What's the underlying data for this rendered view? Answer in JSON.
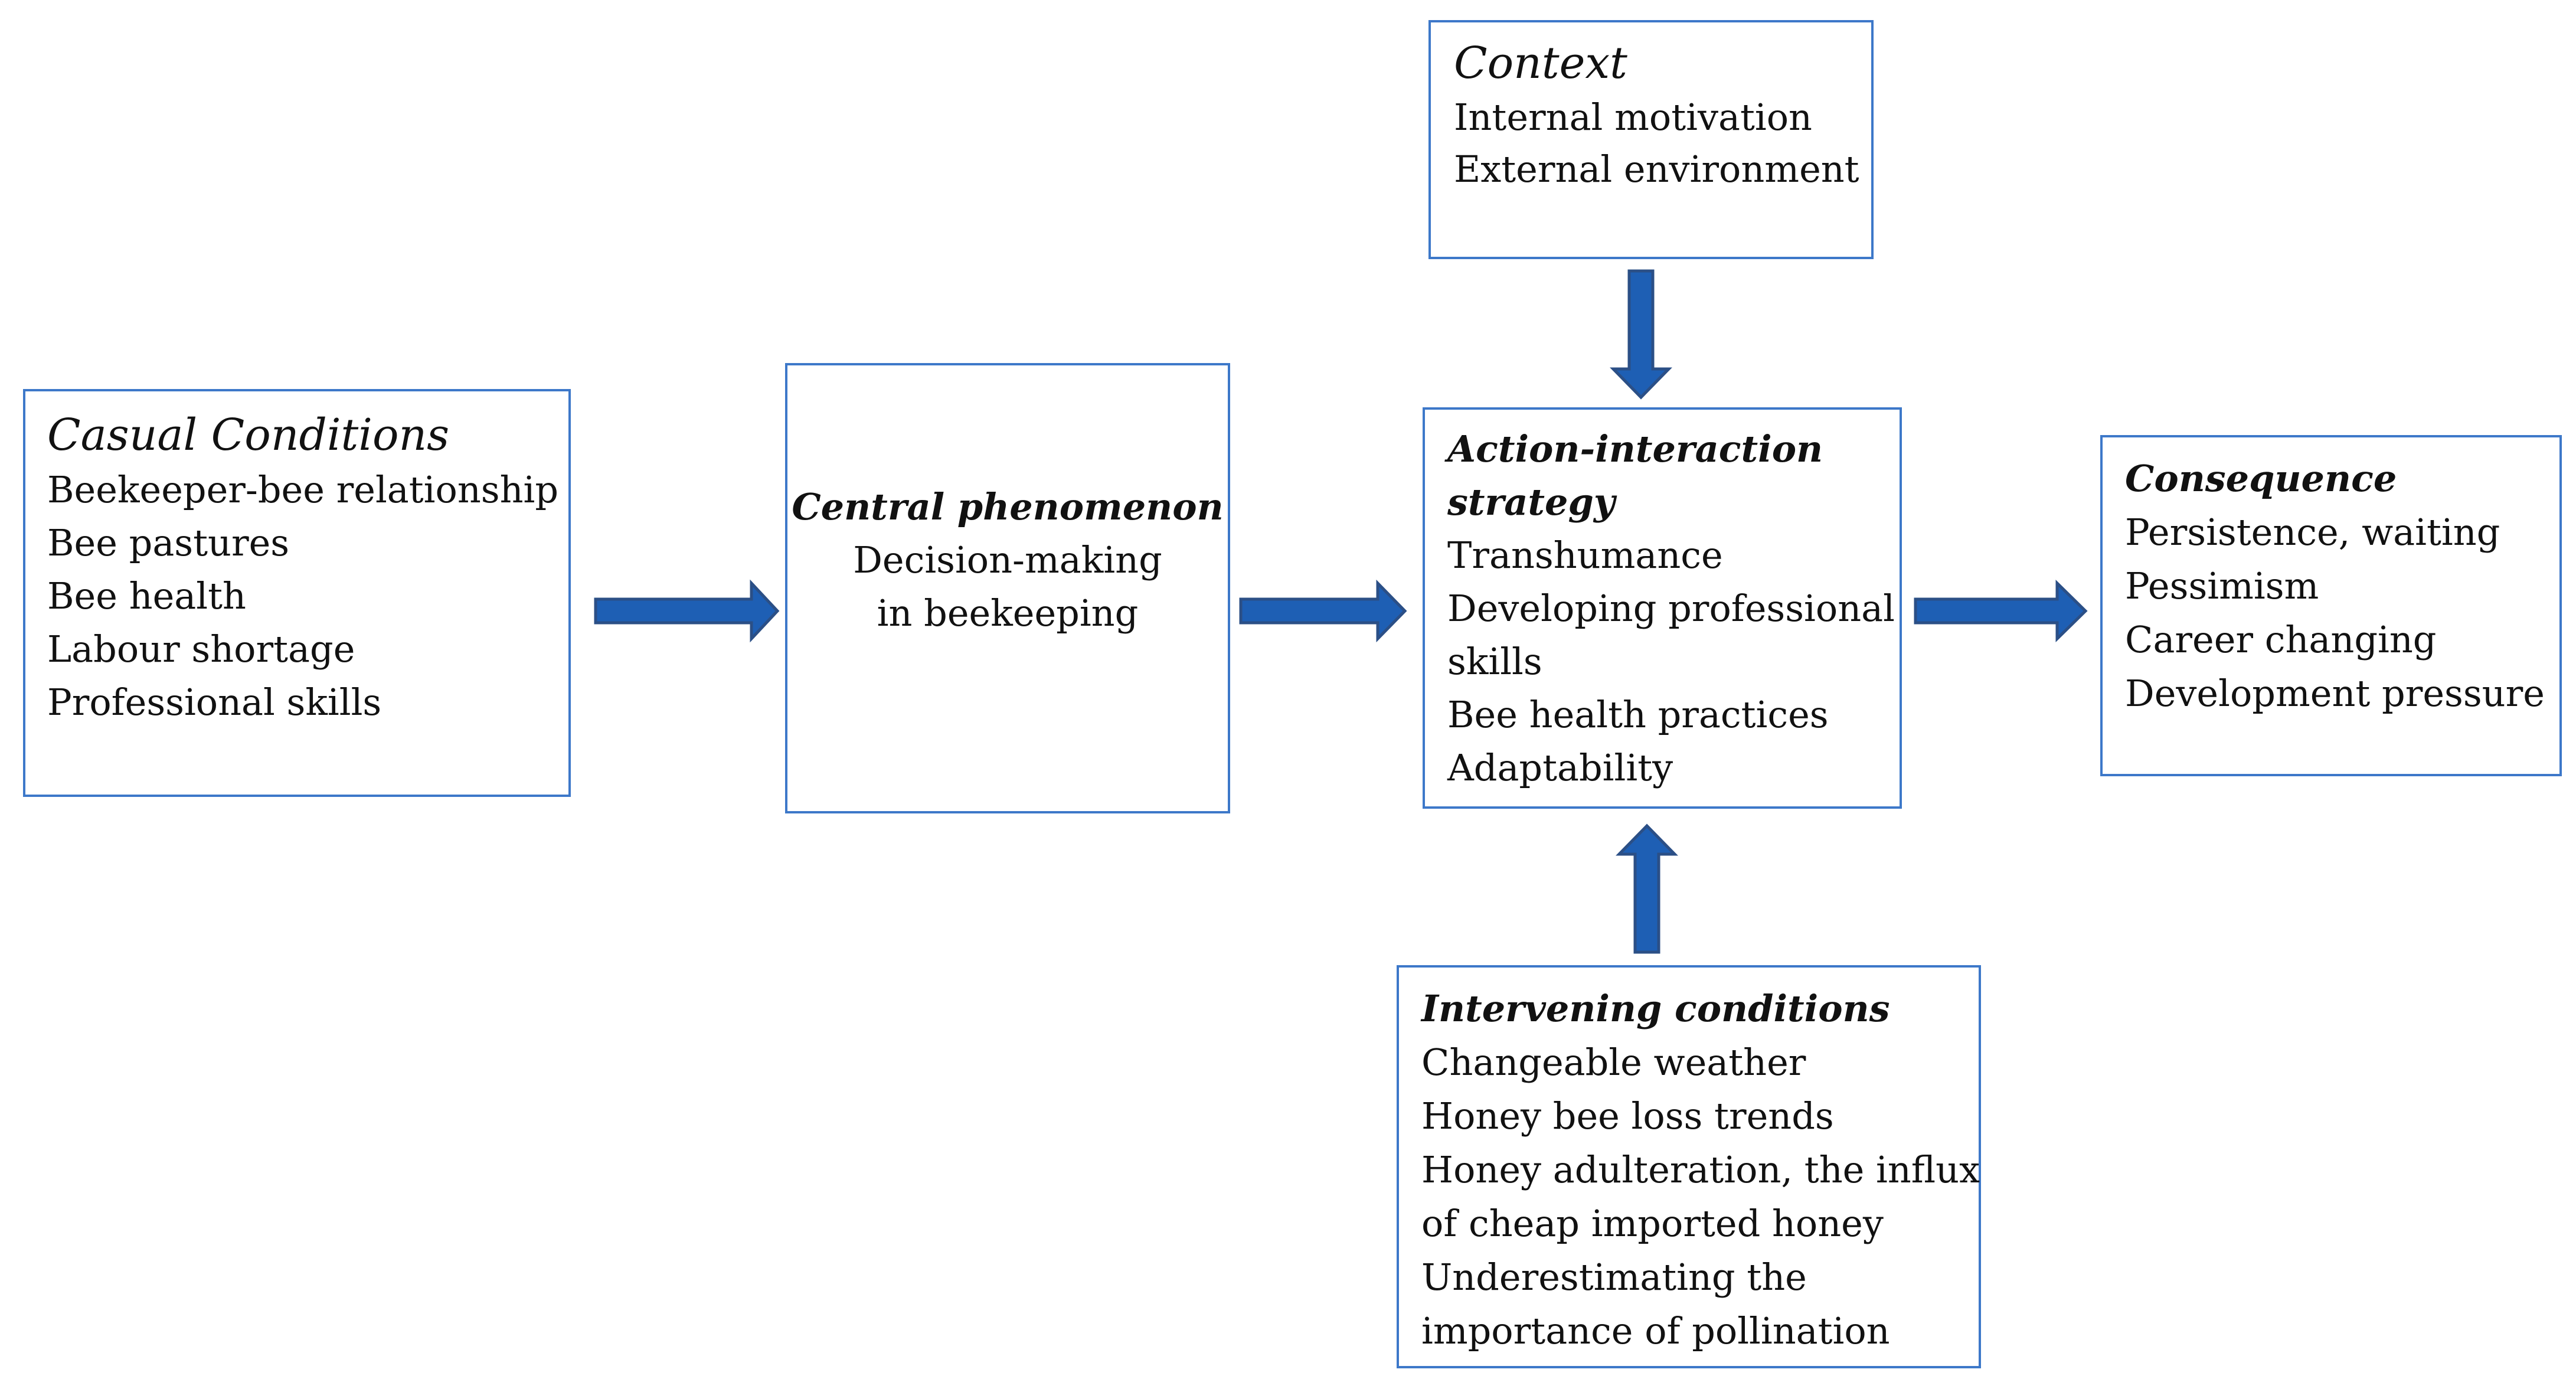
{
  "boxes": {
    "casual": {
      "title": "Casual Conditions",
      "items": [
        "Beekeeper-bee relationship",
        "Bee pastures",
        "Bee health",
        "Labour shortage",
        "Professional skills"
      ]
    },
    "central": {
      "title": "Central phenomenon",
      "items": [
        "Decision-making",
        "in beekeeping"
      ]
    },
    "context": {
      "title": "Context",
      "items": [
        "Internal motivation",
        "External environment"
      ]
    },
    "action": {
      "title_lines": [
        "Action-interaction",
        "strategy"
      ],
      "items": [
        "Transhumance",
        "Developing professional",
        "skills",
        "Bee health practices",
        "Adaptability"
      ]
    },
    "consequence": {
      "title": "Consequence",
      "items": [
        "Persistence, waiting",
        "Pessimism",
        "Career changing",
        "Development pressure"
      ]
    },
    "intervening": {
      "title": "Intervening conditions",
      "items": [
        "Changeable weather",
        "Honey bee loss trends",
        "Honey adulteration, the influx",
        "of cheap imported honey",
        "Underestimating the",
        "importance of pollination"
      ]
    }
  },
  "colors": {
    "box_border": "#3d78c9",
    "arrow_fill": "#1e5fb4",
    "arrow_stroke": "#2b4f86",
    "text": "#111111"
  }
}
